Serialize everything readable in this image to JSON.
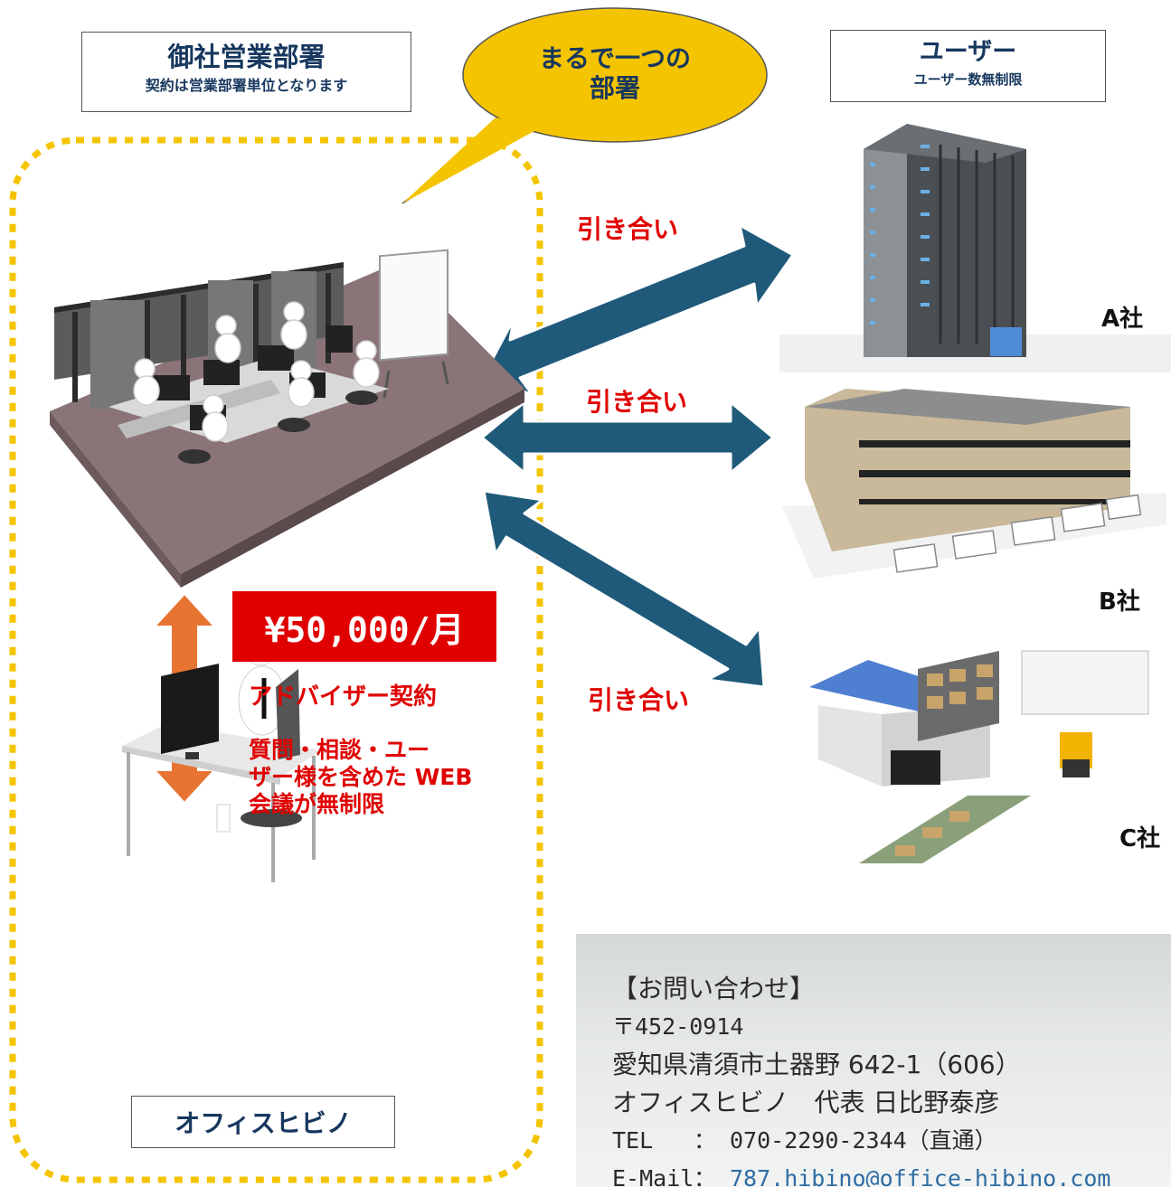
{
  "department": {
    "title": "御社営業部署",
    "subtitle": "契約は営業部署単位となります"
  },
  "users": {
    "title": "ユーザー",
    "subtitle": "ユーザー数無制限"
  },
  "bubble": {
    "line1": "まるで一つの",
    "line2": "部署"
  },
  "links": {
    "a": "引き合い",
    "b": "引き合い",
    "c": "引き合い"
  },
  "companies": {
    "a": "A社",
    "b": "B社",
    "c": "C社"
  },
  "price": {
    "label": "¥50,000/月"
  },
  "contract": {
    "type": "アドバイザー契約",
    "desc1": "質問・相談・ユー",
    "desc2": "ザー様を含めた WEB",
    "desc3": "会議が無制限"
  },
  "office": {
    "name": "オフィスヒビノ"
  },
  "contact": {
    "heading": "【お問い合わせ】",
    "postal": "〒452-0914",
    "address": "愛知県清須市土器野 642-1（606）",
    "representative": "オフィスヒビノ　代表 日比野泰彦",
    "tel_label": "TEL",
    "tel_sep": "：",
    "tel": "070-2290-2344（直通）",
    "mail_label": "E-Mail",
    "mail_sep": "：",
    "mail": "787.hibino@office-hibino.com"
  },
  "colors": {
    "dashed_border": "#f5c400",
    "bubble": "#f5c400",
    "arrow_blue": "#1f5a7a",
    "arrow_orange": "#e87432",
    "price_bg": "#e00000"
  }
}
